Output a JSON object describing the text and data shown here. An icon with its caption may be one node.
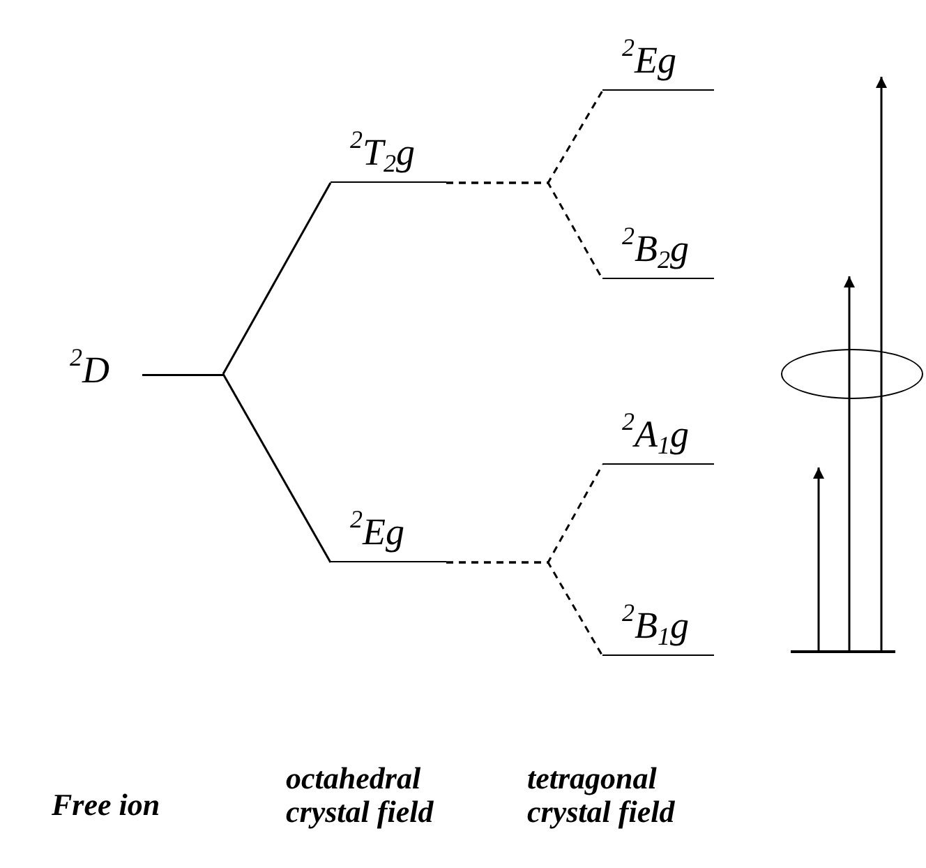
{
  "diagram": {
    "nodes": [
      {
        "text": [
          "$^{2}$D"
        ]
      },
      {
        "text": [
          "$^{2}$T$_{2}$g"
        ]
      },
      {
        "text": [
          "$^{2}$Eg"
        ]
      },
      {
        "text": [
          "$^{2}$Eg"
        ]
      },
      {
        "text": [
          "$^{2}$B$_{2}$g"
        ]
      },
      {
        "text": [
          "$^{2}$A$_{1}$g"
        ]
      },
      {
        "text": [
          "$^{2}$B$_{1}$g"
        ]
      },
      {
        "text": [],
        "shape": "ellipse"
      },
      {
        "text": [],
        "shape": "bar"
      }
    ],
    "edges": [
      {
        "from": 0,
        "to": 1,
        "arrow": "none"
      },
      {
        "from": 0,
        "to": 2,
        "arrow": "none"
      },
      {
        "from": 1,
        "to": 3,
        "arrow": "none",
        "style": "dashed"
      },
      {
        "from": 1,
        "to": 4,
        "arrow": "none",
        "style": "dashed"
      },
      {
        "from": 2,
        "to": 5,
        "arrow": "none",
        "style": "dashed"
      },
      {
        "from": 2,
        "to": 6,
        "arrow": "none",
        "style": "dashed"
      },
      {
        "from": 8,
        "to": null,
        "arrow": "to"
      },
      {
        "from": 8,
        "to": null,
        "arrow": "to"
      },
      {
        "from": 8,
        "to": null,
        "arrow": "to"
      }
    ],
    "labels": [
      "Free ion",
      "octahedral crystal field",
      "tetragonal crystal field"
    ]
  }
}
